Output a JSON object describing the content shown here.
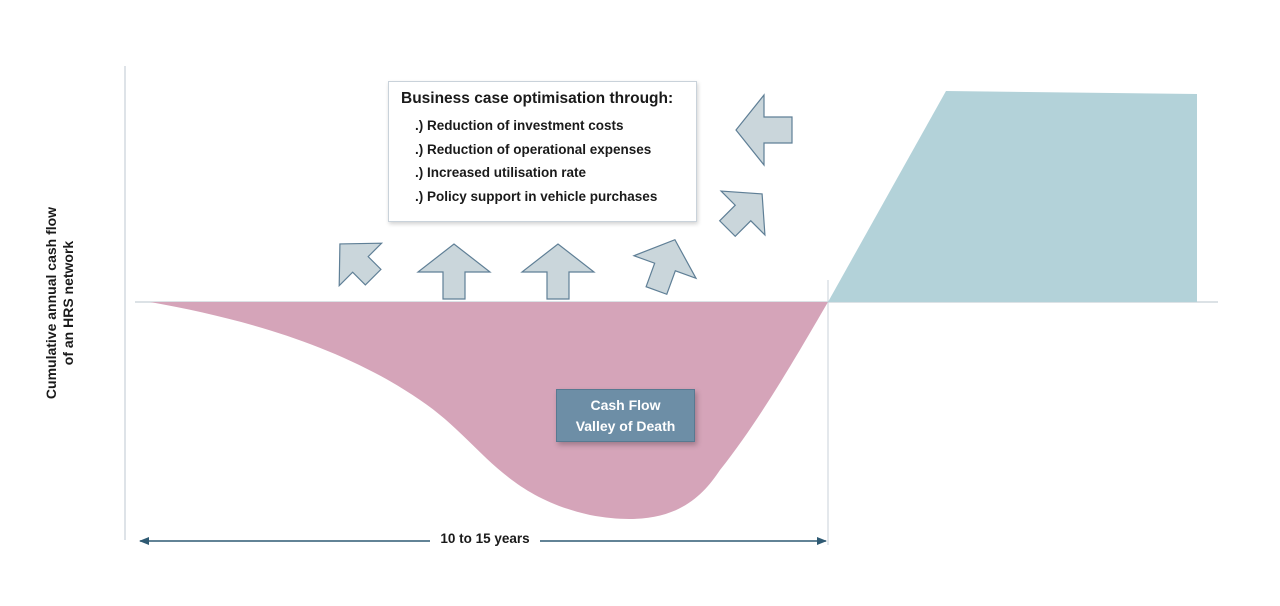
{
  "y_axis_label": {
    "line1": "Cumulative annual cash flow",
    "line2": "of an HRS network"
  },
  "info_box": {
    "title": "Business case optimisation through:",
    "items": [
      ".) Reduction of investment costs",
      ".) Reduction of operational expenses",
      ".) Increased utilisation rate",
      ".) Policy support in vehicle purchases"
    ]
  },
  "valley_label": {
    "line1": "Cash Flow",
    "line2": "Valley of Death"
  },
  "timespan_label": "10 to 15 years",
  "colors": {
    "negative_area": "#d5a4b9",
    "positive_area": "#b3d2d9",
    "arrow_fill": "#cad6db",
    "arrow_stroke": "#5f7f96",
    "axis": "#c8d0d8",
    "dimension_arrow": "#2f5a73"
  }
}
